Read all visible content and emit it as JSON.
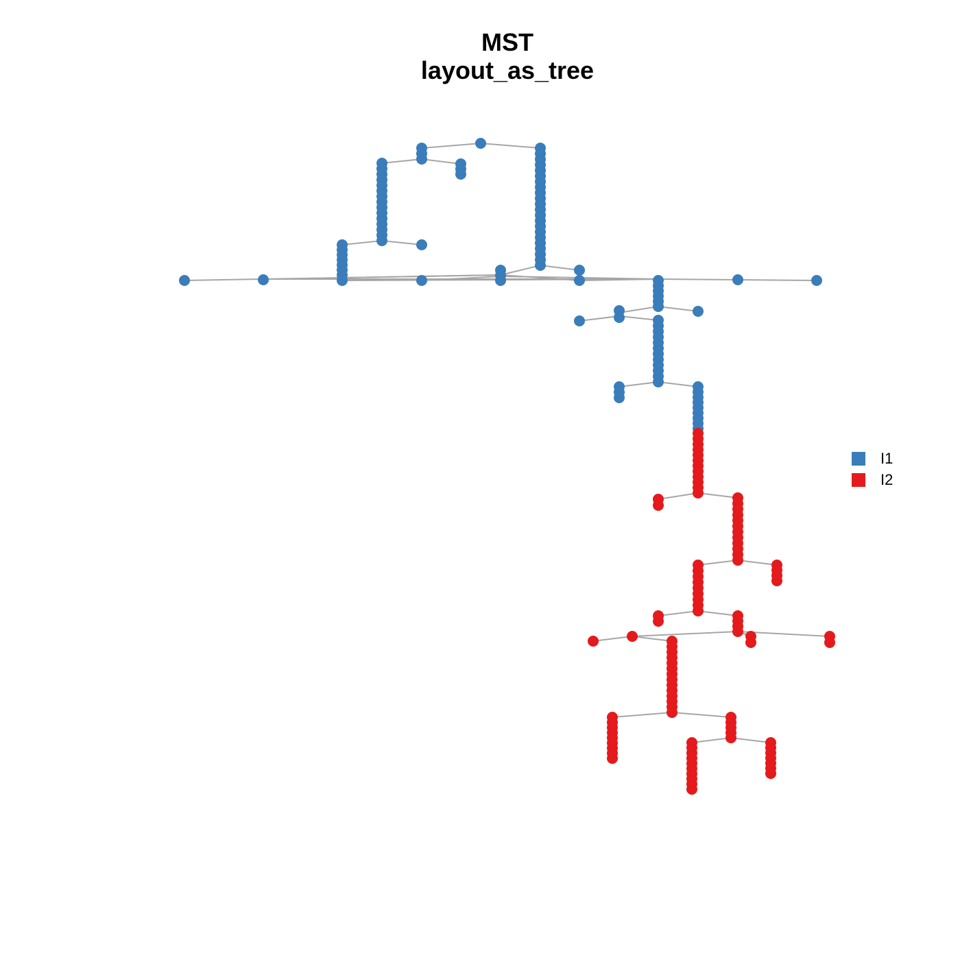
{
  "title": {
    "line1": "MST",
    "line2": "layout_as_tree"
  },
  "colors": {
    "edge": "#a6a6a6",
    "groupI1": "#3a7dba",
    "groupI2": "#e41a1c"
  },
  "legend": [
    {
      "label": "I1",
      "color": "#3a7dba"
    },
    {
      "label": "I2",
      "color": "#e41a1c"
    }
  ],
  "chart_data": {
    "type": "tree",
    "groups": [
      "I1",
      "I2"
    ],
    "scale_px": 1
  }
}
